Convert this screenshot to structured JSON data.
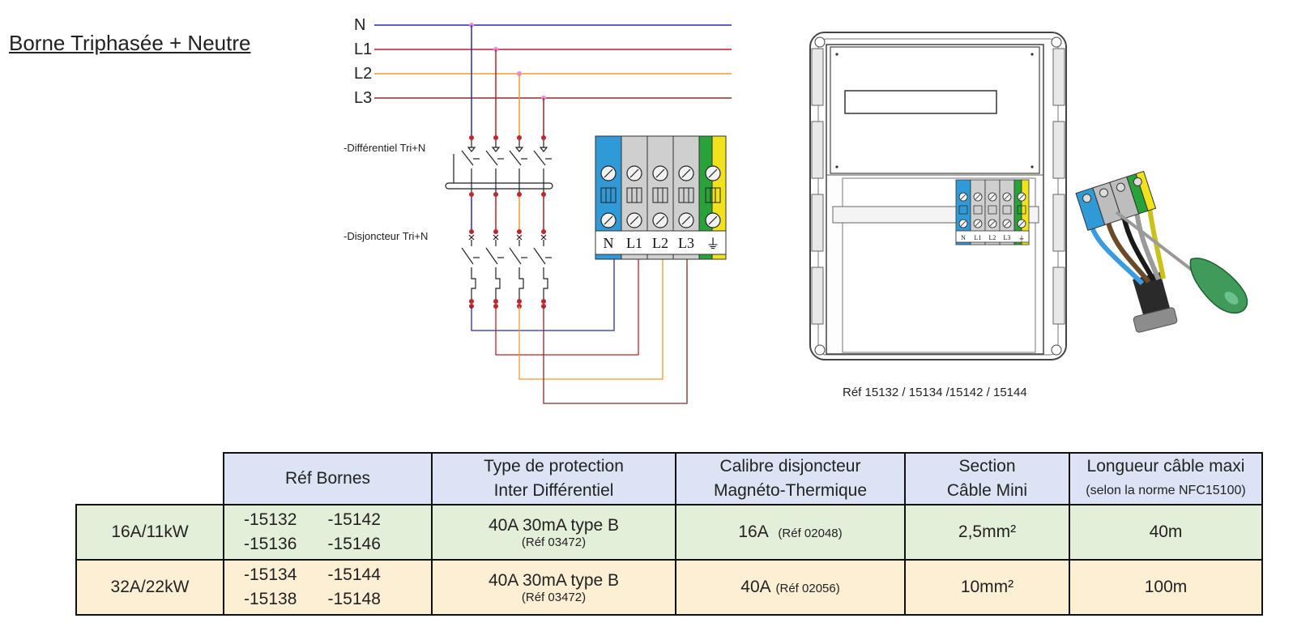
{
  "page": {
    "title": "Borne Triphasée + Neutre"
  },
  "schematic": {
    "lines": [
      "N",
      "L1",
      "L2",
      "L3"
    ],
    "line_colors": {
      "N": "#2b2bb0",
      "L1": "#b8222d",
      "L2": "#f09a2c",
      "L3": "#8a2a2a"
    },
    "differential_label": "-Différentiel Tri+N",
    "breaker_label": "-Disjoncteur Tri+N",
    "terminal_labels": [
      "N",
      "L1",
      "L2",
      "L3",
      "⏚"
    ]
  },
  "enclosure": {
    "terminal_labels": [
      "N",
      "L1",
      "L2",
      "L3",
      "⏚"
    ],
    "ref_caption": "Réf   15132 / 15134 /15142 / 15144"
  },
  "table": {
    "headers": {
      "refs": "Réf Bornes",
      "protection_line1": "Type de protection",
      "protection_line2": "Inter Différentiel",
      "breaker_line1": "Calibre disjoncteur",
      "breaker_line2": "Magnéto-Thermique",
      "section_line1": "Section",
      "section_line2": "Câble Mini",
      "length_line1": "Longueur câble maxi",
      "length_line2": "(selon la norme NFC15100)"
    },
    "rows": [
      {
        "power": "16A/11kW",
        "refs": [
          "-15132",
          "-15142",
          "-15136",
          "-15146"
        ],
        "protection": "40A 30mA type B",
        "protection_ref": "(Réf 03472)",
        "breaker": "16A",
        "breaker_ref": "(Réf 02048)",
        "section": "2,5mm²",
        "length": "40m"
      },
      {
        "power": "32A/22kW",
        "refs": [
          "-15134",
          "-15144",
          "-15138",
          "-15148"
        ],
        "protection": "40A 30mA type B",
        "protection_ref": "(Réf 03472)",
        "breaker": "40A",
        "breaker_ref": "(Réf 02056)",
        "section": "10mm²",
        "length": "100m"
      }
    ]
  }
}
